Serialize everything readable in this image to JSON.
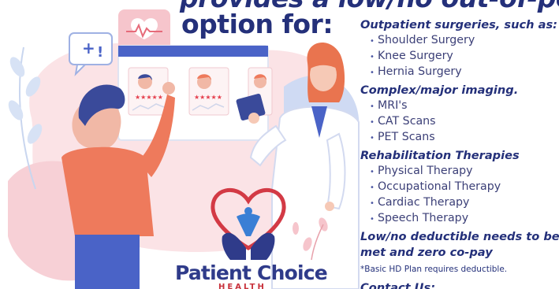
{
  "headline": {
    "line1": "provides a  low/no out-of-po",
    "line2": "option for:"
  },
  "sections": [
    {
      "title": "Outpatient surgeries, such as:",
      "items": [
        "Shoulder Surgery",
        "Knee Surgery",
        "Hernia Surgery"
      ]
    },
    {
      "title": "Complex/major imaging.",
      "items": [
        "MRI's",
        "CAT Scans",
        "PET Scans"
      ]
    },
    {
      "title": "Rehabilitation Therapies",
      "items": [
        "Physical Therapy",
        "Occupational Therapy",
        "Cardiac Therapy",
        "Speech Therapy"
      ]
    }
  ],
  "deductible": {
    "line1": "Low/no deductible needs to be",
    "line2": "met and zero co-pay",
    "note": "*Basic HD Plan requires deductible."
  },
  "contact_title": "Contact Us:",
  "logo": {
    "name": "Patient Choice",
    "sub": "HEALTH"
  },
  "illustration": {
    "rating_stars": "★★★★★"
  },
  "colors": {
    "navy": "#24307a",
    "pink": "#f6c9cf",
    "red": "#d33a45",
    "orange": "#ee7a5c",
    "blue": "#4a63c7",
    "light_blue": "#c8d4f0"
  }
}
